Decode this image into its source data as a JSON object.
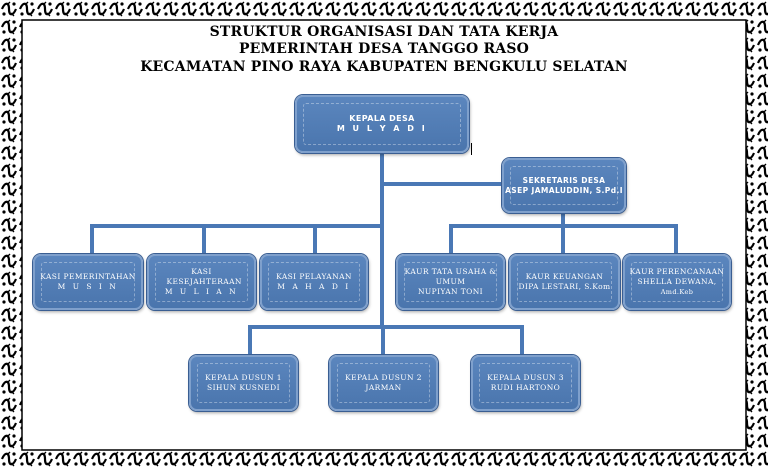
{
  "title": {
    "line1": "STRUKTUR ORGANISASI DAN TATA KERJA",
    "line2": "PEMERINTAH DESA TANGGO RASO",
    "line3": "KECAMATAN PINO RAYA KABUPATEN BENGKULU SELATAN"
  },
  "kepala_desa": {
    "role": "KEPALA DESA",
    "name": "M U L Y A D I"
  },
  "sekretaris": {
    "role": "SEKRETARIS DESA",
    "name": "ASEP JAMALUDDIN, S.Pd.I"
  },
  "kasi": [
    {
      "role": "KASI PEMERINTAHAN",
      "name": "M U S I N"
    },
    {
      "role": "KASI KESEJAHTERAAN",
      "name": "M U L I A N"
    },
    {
      "role": "KASI PELAYANAN",
      "name": "M A H A D I"
    }
  ],
  "kaur": [
    {
      "role": "KAUR TATA USAHA & UMUM",
      "name": "NUPIYAN TONI"
    },
    {
      "role": "KAUR KEUANGAN",
      "name": "DIPA LESTARI, S.Kom"
    },
    {
      "role": "KAUR PERENCANAAN SHELLA DEWANA,",
      "name": "Amd.Keb"
    }
  ],
  "dusun": [
    {
      "role": "KEPALA DUSUN 1",
      "name": "SIHUN KUSNEDI"
    },
    {
      "role": "KEPALA DUSUN 2",
      "name": "JARMAN"
    },
    {
      "role": "KEPALA DUSUN 3",
      "name": "RUDI HARTONO"
    }
  ],
  "colors": {
    "box": "#4f7bb3",
    "connector": "#4a78b5",
    "border": "#000000"
  }
}
